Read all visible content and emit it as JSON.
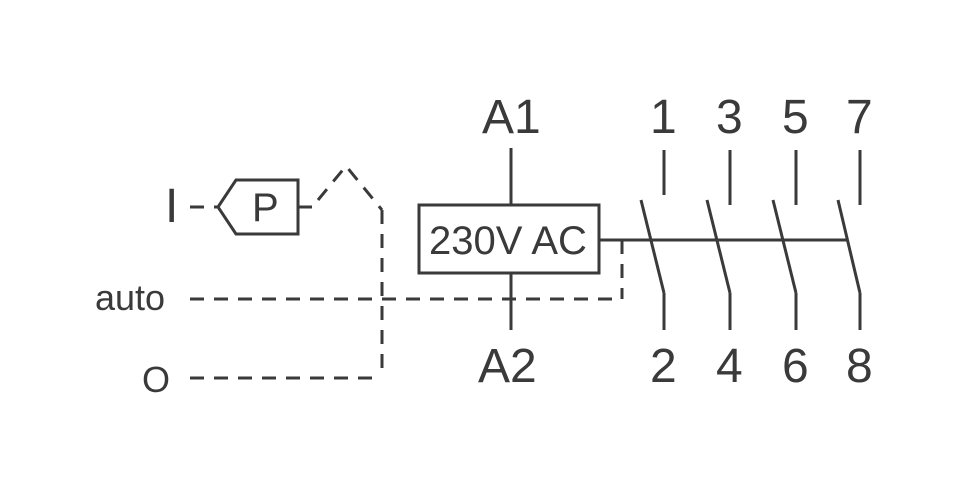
{
  "coil": {
    "rating": "230V AC",
    "terminal_top": "A1",
    "terminal_bottom": "A2"
  },
  "switch_modes": {
    "on": "I",
    "auto": "auto",
    "off": "O"
  },
  "pushbutton": {
    "symbol": "P"
  },
  "contacts": [
    {
      "top": "1",
      "bottom": "2"
    },
    {
      "top": "3",
      "bottom": "4"
    },
    {
      "top": "5",
      "bottom": "6"
    },
    {
      "top": "7",
      "bottom": "8"
    }
  ],
  "colors": {
    "line": "#3a3a3a",
    "background": "#ffffff"
  }
}
